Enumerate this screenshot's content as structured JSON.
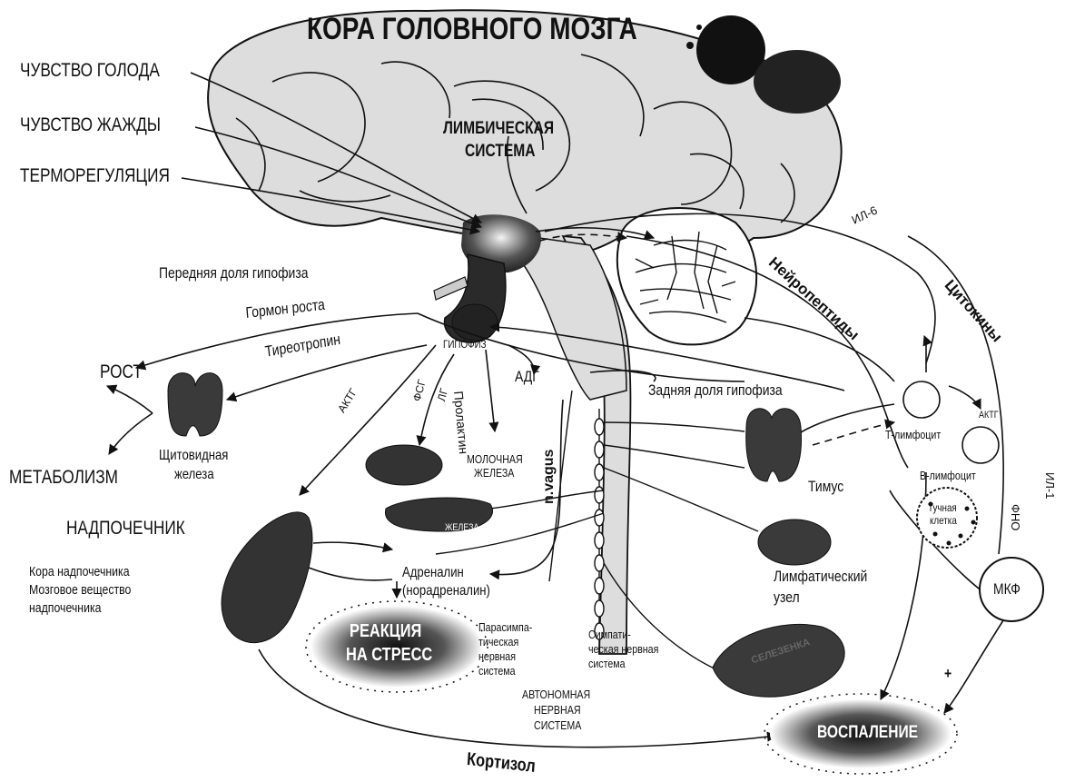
{
  "title": "КОРА ГОЛОВНОГО МОЗГА",
  "brain": {
    "limbic": [
      "ЛИМБИЧЕСКАЯ",
      "СИСТЕМА"
    ]
  },
  "inputs": {
    "hunger": "ЧУВСТВО ГОЛОДА",
    "thirst": "ЧУВСТВО ЖАЖДЫ",
    "thermo": "ТЕРМОРЕГУЛЯЦИЯ"
  },
  "pituitary": {
    "anterior": "Передняя доля гипофиза",
    "posterior": "Задняя доля гипофиза",
    "label": "ГИПОФИЗ"
  },
  "hormones": {
    "gh": "Гормон роста",
    "tsh": "Тиреотропин",
    "acth": "АКТГ",
    "fsh": "ФСГ",
    "lh": "ЛГ",
    "prolactin": "Пролактин",
    "adh": "АДГ"
  },
  "targets": {
    "growth": "РОСТ",
    "metabolism": "МЕТАБОЛИЗМ",
    "thyroid": [
      "Щитовидная",
      "железа"
    ],
    "mammary": [
      "МОЛОЧНАЯ",
      "ЖЕЛЕЗА"
    ],
    "mammary_partial": "ЖЕЛЕЗА",
    "adrenal": "НАДПОЧЕЧНИК",
    "adrenal_cortex": "Кора надпочечника",
    "adrenal_medulla": [
      "Мозговое вещество",
      "надпочечника"
    ],
    "adrenaline": [
      "Адреналин",
      "(норадреналин)"
    ],
    "stress": [
      "РЕАКЦИЯ",
      "НА СТРЕСС"
    ]
  },
  "nervous": {
    "vagus": "n.vagus",
    "parasympathetic": [
      "Парасимпа-",
      "тическая",
      "нервная",
      "система"
    ],
    "sympathetic": [
      "Симпати-",
      "ческая нервная",
      "система"
    ],
    "autonomic": [
      "АВТОНОМНАЯ",
      "НЕРВНАЯ",
      "СИСТЕМА"
    ]
  },
  "immune": {
    "neuropeptides": "Нейропептиды",
    "cytokines": "Цитокины",
    "il6": "ИЛ-6",
    "il1": "ИЛ-1",
    "tnf": "ФНО",
    "acth": "АКТГ",
    "t_cell": "Т-лимфоцит",
    "b_cell": "В-лимфоцит",
    "thymus": "Тимус",
    "lymph_node": [
      "Лимфатический",
      "узел"
    ],
    "mast_cell": [
      "Тучная",
      "клетка"
    ],
    "mkf": "МКФ",
    "spleen": "СЕЛЕЗЕНКА",
    "plus": "+",
    "inflammation": "ВОСПАЛЕНИЕ"
  },
  "cortisol": "Кортизол"
}
